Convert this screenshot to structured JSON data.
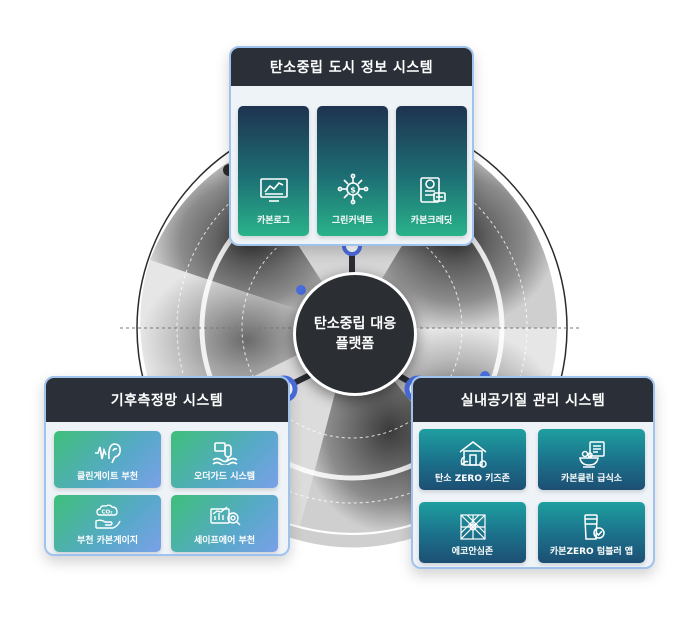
{
  "center": {
    "line1": "탄소중립 대응",
    "line2": "플랫폼"
  },
  "top_panel": {
    "title": "탄소중립 도시 정보 시스템",
    "tiles": [
      {
        "label": "카본로그",
        "icon": "monitor-chart-icon"
      },
      {
        "label": "그린커넥트",
        "icon": "network-coin-icon"
      },
      {
        "label": "카본크레딧",
        "icon": "document-coin-icon"
      }
    ]
  },
  "left_panel": {
    "title": "기후측정망 시스템",
    "tiles": [
      {
        "label": "클린게이트 부천",
        "icon": "ear-wave-icon"
      },
      {
        "label": "오더가드 시스템",
        "icon": "pipe-water-icon"
      },
      {
        "label": "부천 카본게이지",
        "icon": "co2-hand-icon"
      },
      {
        "label": "세이프에어 부천",
        "icon": "chart-magnifier-icon"
      }
    ]
  },
  "right_panel": {
    "title": "실내공기질 관리 시스템",
    "tiles": [
      {
        "label": "탄소 ZERO 키즈존",
        "icon": "house-plant-icon"
      },
      {
        "label": "카본클린 급식소",
        "icon": "food-menu-icon"
      },
      {
        "label": "에코안심존",
        "icon": "net-pattern-icon"
      },
      {
        "label": "카본ZERO 텀블러 앱",
        "icon": "tumbler-check-icon"
      }
    ]
  },
  "colors": {
    "header": "#2b3038",
    "panel_border": "#9fc3ec",
    "accent_blue": "#4a6ee0",
    "center": "#2b2e33"
  }
}
